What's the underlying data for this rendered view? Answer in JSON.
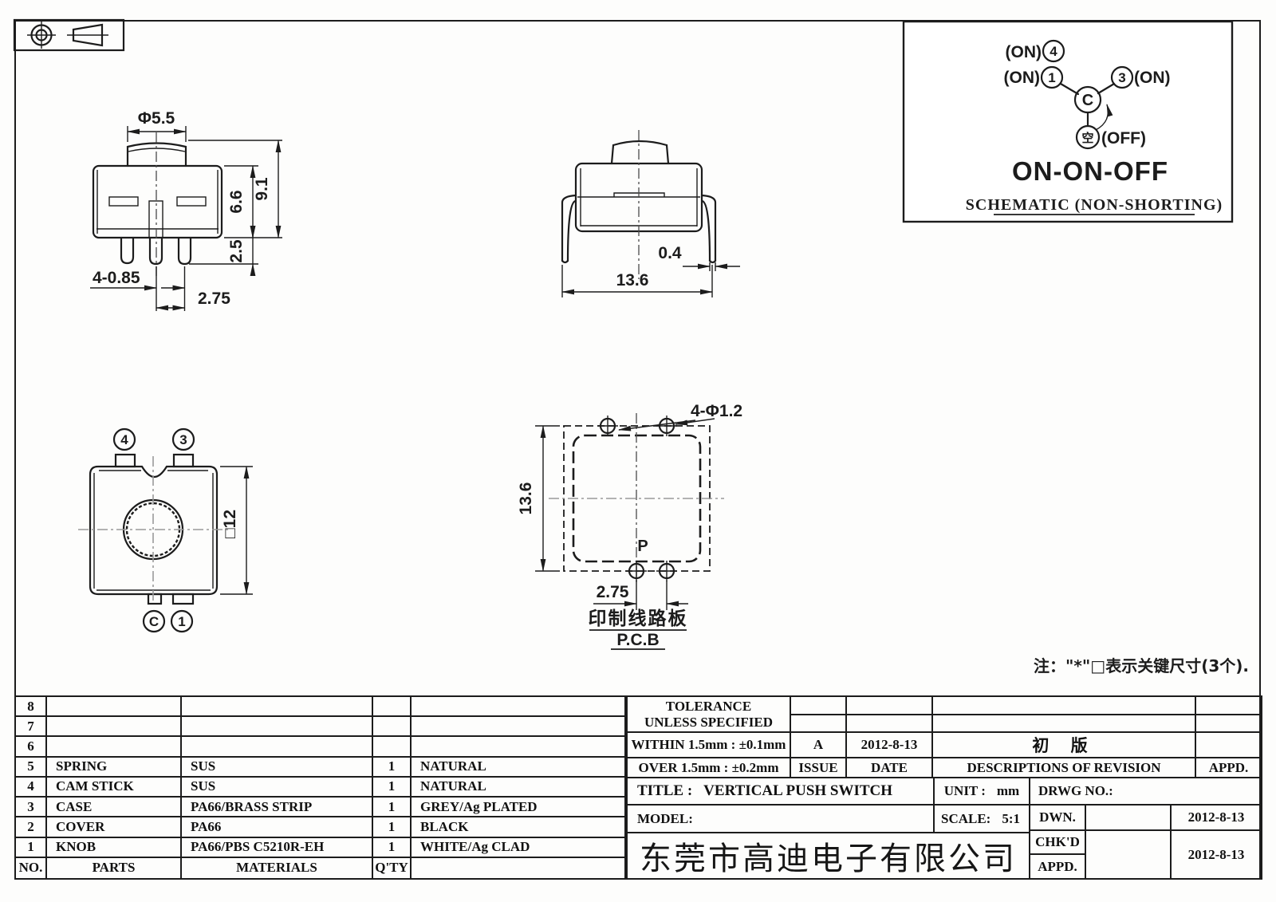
{
  "sheet": {
    "note": "注：\"*\"□表示关键尺寸(3个).",
    "ink_color": "#1c1c1c"
  },
  "views": {
    "front": {
      "dim_knob_dia": "Φ5.5",
      "dim_total_h": "9.1",
      "dim_body_h": "6.6",
      "dim_pin_len": "2.5",
      "dim_pin_w": "4-0.85",
      "dim_pitch": "2.75"
    },
    "side": {
      "dim_leg_t": "0.4",
      "dim_width": "13.6"
    },
    "top": {
      "label_4": "4",
      "label_3": "3",
      "label_c": "C",
      "label_1": "1",
      "dim_square": "□12"
    },
    "pcb": {
      "dim_holes": "4-Φ1.2",
      "dim_height": "13.6",
      "dim_pitch": "2.75",
      "label_p": "P",
      "caption_cn": "印制线路板",
      "caption_en": "P.C.B"
    },
    "schematic": {
      "on4": "(ON)",
      "n4": "4",
      "on1": "(ON)",
      "n1": "1",
      "n3": "3",
      "on3": "(ON)",
      "c": "C",
      "kong": "空",
      "off": "(OFF)",
      "mode": "ON-ON-OFF",
      "caption": "SCHEMATIC (NON-SHORTING)"
    }
  },
  "parts_table": {
    "headers": {
      "no": "NO.",
      "parts": "PARTS",
      "materials": "MATERIALS",
      "qty": "Q'TY",
      "remarks": ""
    },
    "rows": [
      {
        "no": "8",
        "parts": "",
        "materials": "",
        "qty": "",
        "remarks": ""
      },
      {
        "no": "7",
        "parts": "",
        "materials": "",
        "qty": "",
        "remarks": ""
      },
      {
        "no": "6",
        "parts": "",
        "materials": "",
        "qty": "",
        "remarks": ""
      },
      {
        "no": "5",
        "parts": "SPRING",
        "materials": "SUS",
        "qty": "1",
        "remarks": "NATURAL"
      },
      {
        "no": "4",
        "parts": "CAM STICK",
        "materials": "SUS",
        "qty": "1",
        "remarks": "NATURAL"
      },
      {
        "no": "3",
        "parts": "CASE",
        "materials": "PA66/BRASS STRIP",
        "qty": "1",
        "remarks": "GREY/Ag PLATED"
      },
      {
        "no": "2",
        "parts": "COVER",
        "materials": "PA66",
        "qty": "1",
        "remarks": "BLACK"
      },
      {
        "no": "1",
        "parts": "KNOB",
        "materials": "PA66/PBS C5210R-EH",
        "qty": "1",
        "remarks": "WHITE/Ag CLAD"
      }
    ]
  },
  "tolerance_block": {
    "line1": "TOLERANCE",
    "line2": "UNLESS  SPECIFIED",
    "within": "WITHIN 1.5mm : ±0.1mm",
    "over": "OVER 1.5mm : ±0.2mm"
  },
  "revision_block": {
    "issue_value": "A",
    "date_value": "2012-8-13",
    "desc_value": "初 版",
    "issue_label": "ISSUE",
    "date_label": "DATE",
    "desc_label": "DESCRIPTIONS OF REVISION",
    "appd_label": "APPD."
  },
  "title_block": {
    "title_label": "TITLE :",
    "title_value": "VERTICAL PUSH SWITCH",
    "unit_label": "UNIT :",
    "unit_value": "mm",
    "drwg_label": "DRWG NO.:",
    "model_label": "MODEL:",
    "scale_label": "SCALE:",
    "scale_value": "5:1",
    "company": "东莞市高迪电子有限公司",
    "dwn_label": "DWN.",
    "chkd_label": "CHK'D",
    "appd_label": "APPD.",
    "dwn_date": "2012-8-13",
    "chkd_date": "2012-8-13"
  }
}
